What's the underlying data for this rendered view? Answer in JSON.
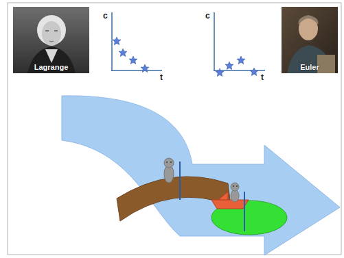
{
  "diagram": {
    "nodes": [
      {
        "text": [
          "Lagrange"
        ]
      },
      {
        "text": [
          "Euler"
        ]
      }
    ],
    "labels": [
      "c",
      "t",
      "c",
      "t"
    ]
  }
}
